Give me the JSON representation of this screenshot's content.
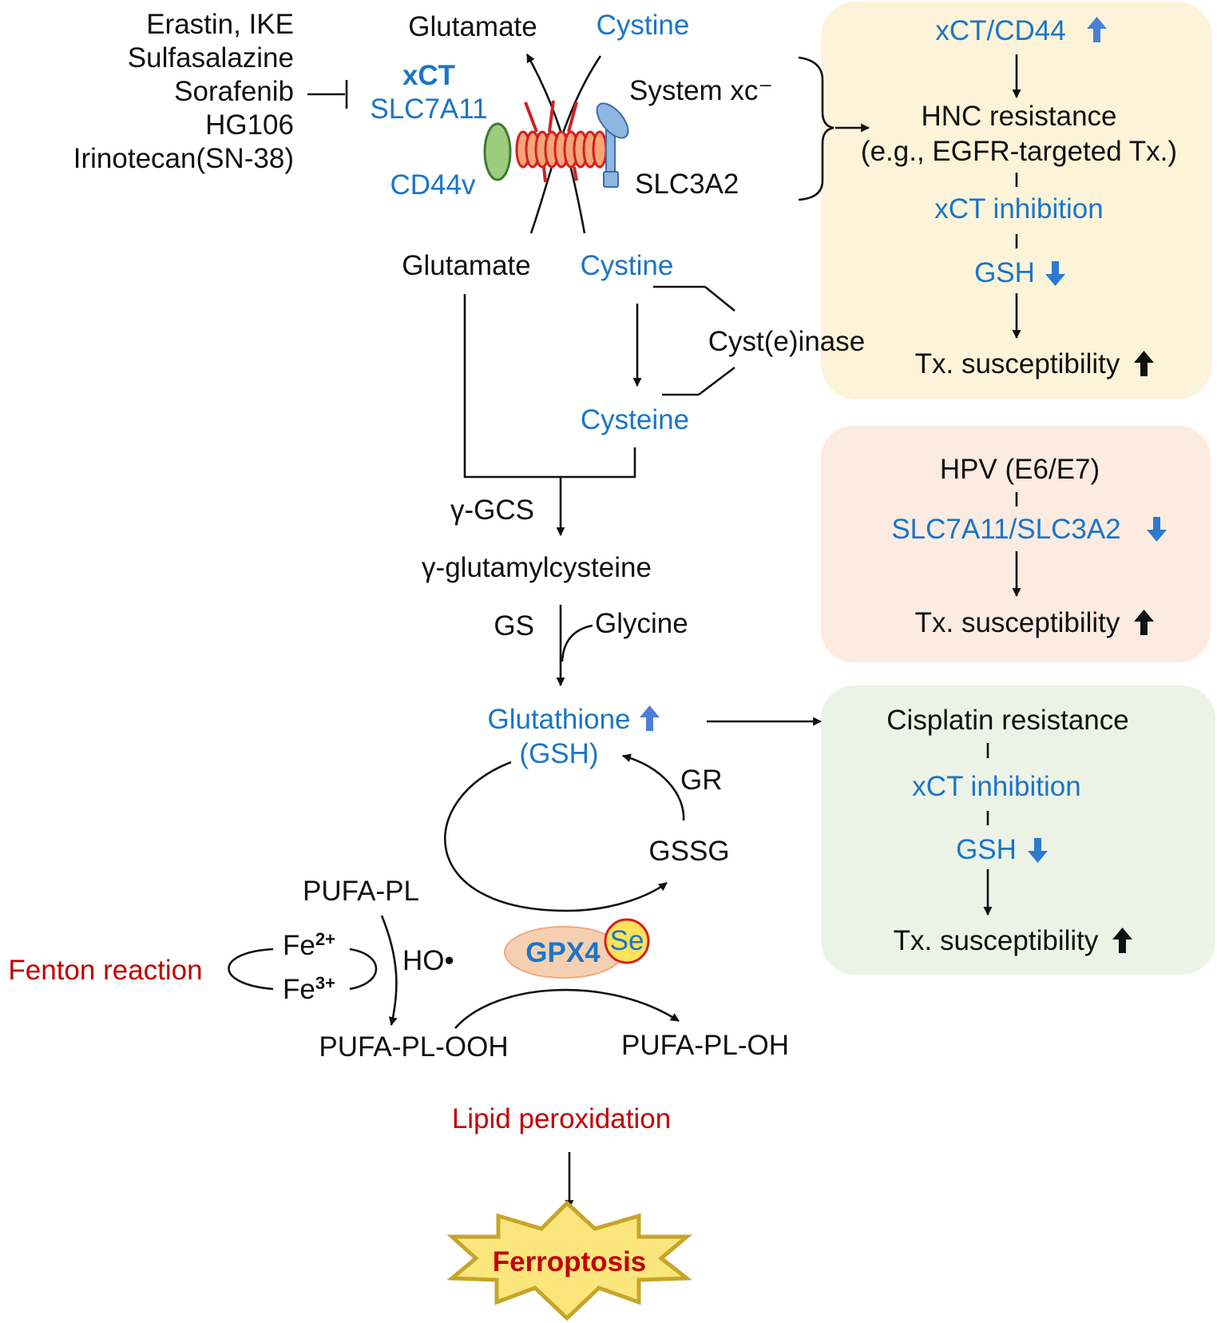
{
  "colors": {
    "black_text": "#111111",
    "blue_text": "#1a75c8",
    "red_text": "#c00000",
    "panel_yellow": "#fdf3d8",
    "panel_pink": "#fcebe0",
    "panel_green": "#ecf3e6",
    "transporter_orange": "#f6a57a",
    "transporter_red": "#d42020",
    "cd44_green": "#9ccc7c",
    "slc3a2_blue": "#8fb6e0",
    "gpx4_ellipse": "#f6cfb0",
    "se_yellow": "#ffe25a",
    "burst_fill": "#fbe67e",
    "burst_stroke": "#c8a428"
  },
  "inhibitors": [
    "Erastin, IKE",
    "Sulfasalazine",
    "Sorafenib",
    "HG106",
    "Irinotecan(SN-38)"
  ],
  "transporter": {
    "glutamate_out": "Glutamate",
    "cystine_out": "Cystine",
    "xct": "xCT",
    "slc7a11": "SLC7A11",
    "system": "System xc⁻",
    "cd44v": "CD44v",
    "slc3a2": "SLC3A2",
    "glutamate_in": "Glutamate",
    "cystine_in": "Cystine"
  },
  "pathway": {
    "cyst_enzyme": "Cyst(e)inase",
    "cysteine": "Cysteine",
    "gcs": "γ-GCS",
    "glutamylcysteine": "γ-glutamylcysteine",
    "gs": "GS",
    "glycine": "Glycine",
    "glutathione": "Glutathione",
    "gsh": "(GSH)",
    "gr": "GR",
    "gssg": "GSSG",
    "pufa_pl": "PUFA-PL",
    "fe2_base": "Fe",
    "fe2_sup": "2+",
    "fe3_base": "Fe",
    "fe3_sup": "3+",
    "fenton": "Fenton reaction",
    "ho": "HO•",
    "gpx4": "GPX4",
    "se": "Se",
    "pufa_pl_ooh": "PUFA-PL-OOH",
    "pufa_pl_oh": "PUFA-PL-OH",
    "lipid_perox": "Lipid peroxidation",
    "ferroptosis": "Ferroptosis"
  },
  "panel1": {
    "top": "xCT/CD44",
    "resistance": "HNC resistance",
    "resistance_eg": "(e.g., EGFR-targeted Tx.)",
    "inhibition": "xCT inhibition",
    "gsh": "GSH",
    "outcome": "Tx. susceptibility"
  },
  "panel2": {
    "top": "HPV (E6/E7)",
    "genes": "SLC7A11/SLC3A2",
    "outcome": "Tx. susceptibility"
  },
  "panel3": {
    "top": "Cisplatin resistance",
    "inhibition": "xCT inhibition",
    "gsh": "GSH",
    "outcome": "Tx. susceptibility"
  }
}
